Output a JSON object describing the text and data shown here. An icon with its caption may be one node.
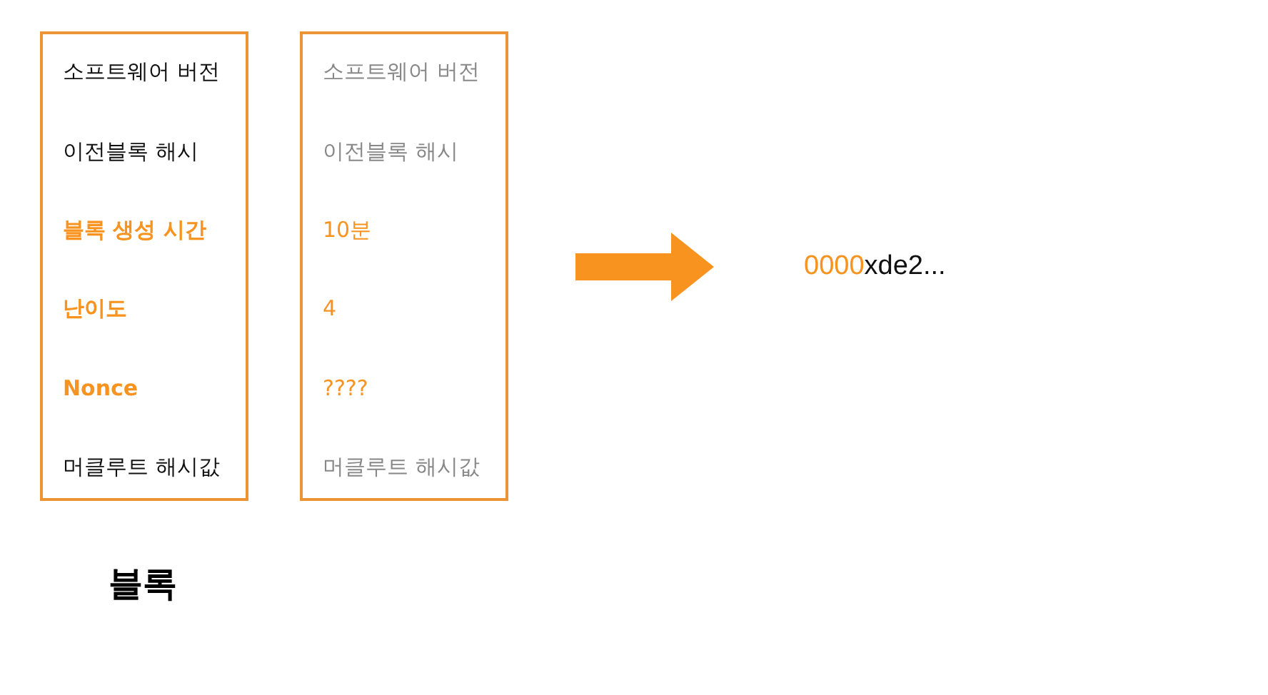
{
  "diagram": {
    "nodes": [
      {
        "text": [
          "소프트웨어 버전",
          "이전블록 해시",
          "블록 생성 시간",
          "난이도",
          "Nonce",
          "머클루트 해시값"
        ]
      },
      {
        "text": [
          "소프트웨어 버전",
          "이전블록 해시",
          "10분",
          "4",
          "????",
          "머클루트 해시값"
        ]
      },
      {
        "text": [
          "0000",
          "xde2..."
        ]
      }
    ],
    "edges": [
      {
        "from": 1,
        "to": 2,
        "arrow": "to"
      }
    ],
    "labels": [
      "블록"
    ]
  }
}
